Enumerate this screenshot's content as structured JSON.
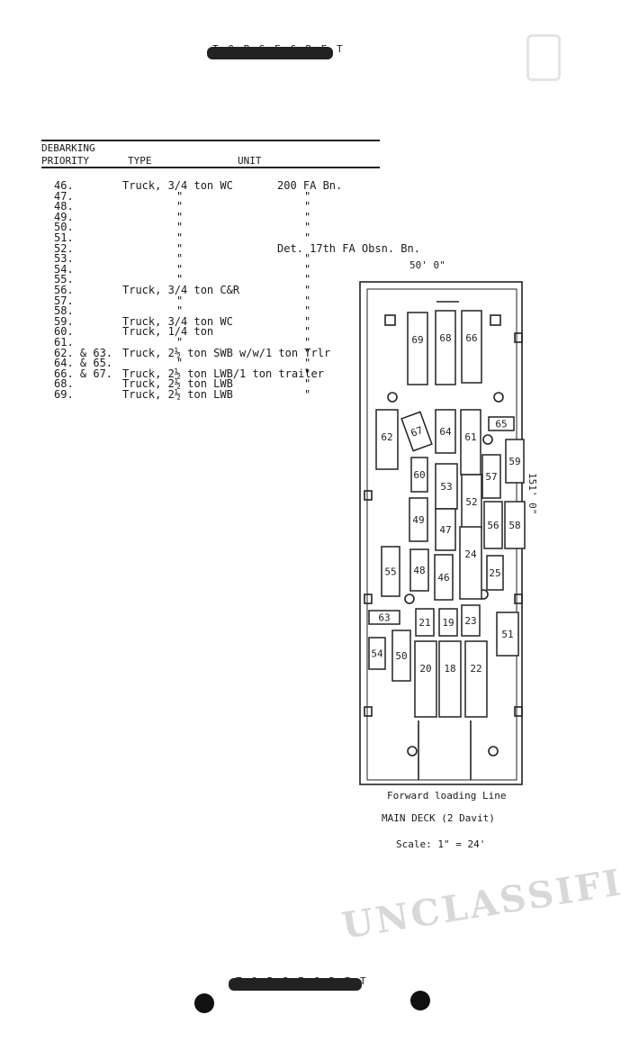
{
  "classification_top": "T O P   S E C R E T",
  "classification_bottom": "T O P   S E C R E T",
  "stamp": "UNCLASSIFIED",
  "table": {
    "header": {
      "col1_line1": "DEBARKING",
      "col1_line2": "PRIORITY",
      "col2": "TYPE",
      "col3": "UNIT"
    },
    "rows": [
      {
        "priority": "46.",
        "type": "Truck, 3/4 ton WC",
        "unit": "200 FA Bn."
      },
      {
        "priority": "47.",
        "type": "\"",
        "unit": "\""
      },
      {
        "priority": "48.",
        "type": "\"",
        "unit": "\""
      },
      {
        "priority": "49.",
        "type": "\"",
        "unit": "\""
      },
      {
        "priority": "50.",
        "type": "\"",
        "unit": "\""
      },
      {
        "priority": "51.",
        "type": "\"",
        "unit": "\""
      },
      {
        "priority": "52.",
        "type": "\"",
        "unit": "Det. 17th FA Obsn. Bn."
      },
      {
        "priority": "53.",
        "type": "\"",
        "unit": "\""
      },
      {
        "priority": "54.",
        "type": "\"",
        "unit": "\""
      },
      {
        "priority": "55.",
        "type": "\"",
        "unit": "\""
      },
      {
        "priority": "56.",
        "type": "Truck, 3/4 ton C&R",
        "unit": "\""
      },
      {
        "priority": "57.",
        "type": "\"",
        "unit": "\""
      },
      {
        "priority": "58.",
        "type": "\"",
        "unit": "\""
      },
      {
        "priority": "59.",
        "type": "Truck, 3/4 ton WC",
        "unit": "\""
      },
      {
        "priority": "60.",
        "type": "Truck, 1/4 ton",
        "unit": "\""
      },
      {
        "priority": "61.",
        "type": "\"",
        "unit": "\""
      },
      {
        "priority": "62. & 63.",
        "type": "Truck, 2½ ton SWB w/w/1 ton Trlr",
        "unit": "\""
      },
      {
        "priority": "64. & 65.",
        "type": "\"",
        "unit": "\""
      },
      {
        "priority": "66. & 67.",
        "type": "Truck, 2½ ton LWB/1 ton trailer",
        "unit": "\""
      },
      {
        "priority": "68.",
        "type": "Truck, 2½ ton LWB",
        "unit": "\""
      },
      {
        "priority": "69.",
        "type": "Truck, 2½ ton LWB",
        "unit": "\""
      }
    ]
  },
  "diagram": {
    "width_label": "50' 0\"",
    "height_label": "151' 0\"",
    "caption_line": "Forward loading Line",
    "caption_title": "MAIN DECK (2 Davit)",
    "caption_scale": "Scale: 1\" = 24'",
    "vehicles": [
      {
        "label": "69"
      },
      {
        "label": "68"
      },
      {
        "label": "66"
      },
      {
        "label": "67"
      },
      {
        "label": "64"
      },
      {
        "label": "61"
      },
      {
        "label": "65"
      },
      {
        "label": "62"
      },
      {
        "label": "59"
      },
      {
        "label": "60"
      },
      {
        "label": "53"
      },
      {
        "label": "52"
      },
      {
        "label": "57"
      },
      {
        "label": "49"
      },
      {
        "label": "47"
      },
      {
        "label": "56"
      },
      {
        "label": "58"
      },
      {
        "label": "55"
      },
      {
        "label": "48"
      },
      {
        "label": "46"
      },
      {
        "label": "24"
      },
      {
        "label": "25"
      },
      {
        "label": "63"
      },
      {
        "label": "21"
      },
      {
        "label": "19"
      },
      {
        "label": "23"
      },
      {
        "label": "51"
      },
      {
        "label": "54"
      },
      {
        "label": "50"
      },
      {
        "label": "20"
      },
      {
        "label": "18"
      },
      {
        "label": "22"
      }
    ]
  }
}
